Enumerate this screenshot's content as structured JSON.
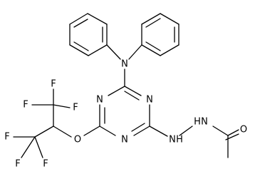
{
  "labels": {
    "n_amine": "N",
    "n_ring_top": "N",
    "n_ring_left": "N",
    "n_ring_bottom": "N",
    "o_ether": "O",
    "nh_1": "N",
    "h_1": "H",
    "nh_2": "N",
    "h_2": "H",
    "o_carbonyl": "O",
    "f_1": "F",
    "f_2": "F",
    "f_3": "F",
    "f_4": "F",
    "f_5": "F",
    "f_6": "F"
  }
}
